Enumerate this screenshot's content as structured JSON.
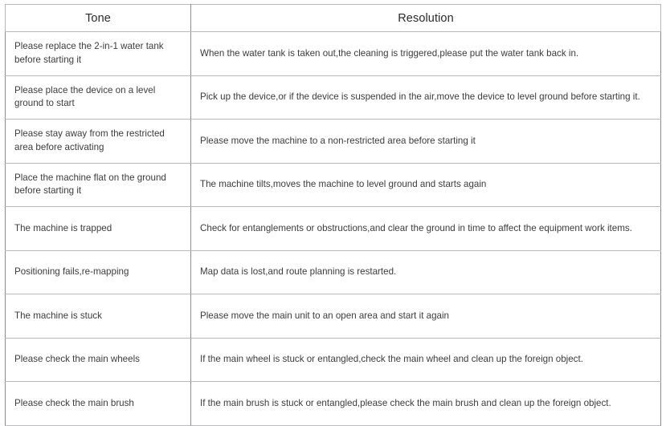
{
  "table": {
    "name": "tone-resolution-table",
    "columns": [
      {
        "key": "tone",
        "label": "Tone"
      },
      {
        "key": "resolution",
        "label": "Resolution"
      }
    ],
    "rows": [
      {
        "tone": "Please replace the 2-in-1 water tank before starting it",
        "resolution": "When the water tank is taken out,the cleaning is triggered,please put the water tank back in."
      },
      {
        "tone": "Please place the device on a level ground to start",
        "resolution": "Pick up the device,or if the device is suspended in the air,move the device to level ground before starting it."
      },
      {
        "tone": "Please stay away from the restricted area before activating",
        "resolution": "Please move the machine to a non-restricted area before starting it"
      },
      {
        "tone": "Place the machine flat on the ground before starting it",
        "resolution": "The machine tilts,moves the machine to level ground and starts again"
      },
      {
        "tone": "The machine is trapped",
        "resolution": "Check for entanglements or obstructions,and clear the ground in time to affect the equipment work items."
      },
      {
        "tone": "Positioning fails,re-mapping",
        "resolution": "Map data is lost,and route planning is restarted."
      },
      {
        "tone": "The machine is stuck",
        "resolution": "Please move the main unit to an open area and start it again"
      },
      {
        "tone": "Please check the main wheels",
        "resolution": "If the main wheel is stuck or entangled,check the main wheel and clean up the foreign object."
      },
      {
        "tone": "Please check the main brush",
        "resolution": "If the main brush is stuck or entangled,please check the main brush and clean up the foreign object."
      }
    ]
  },
  "colors": {
    "outer_border": "#8d8d8d",
    "inner_border": "#b9b9bd",
    "header_text": "#2b2b2b",
    "body_text": "#3c3c3c",
    "background": "#ffffff"
  }
}
